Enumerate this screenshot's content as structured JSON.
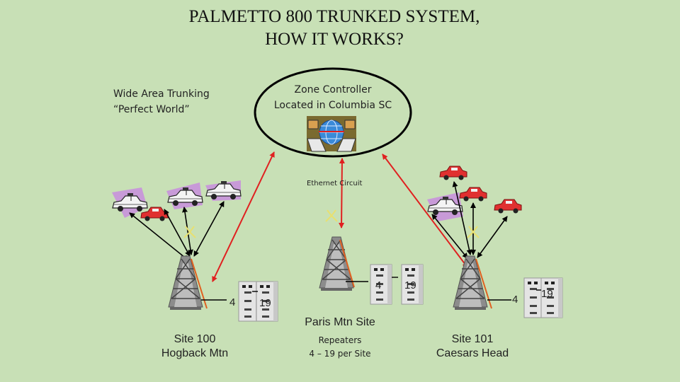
{
  "title": {
    "line1": "PALMETTO 800 TRUNKED SYSTEM,",
    "line2": "HOW IT WORKS?"
  },
  "wide_area": {
    "line1": "Wide Area Trunking",
    "line2": "“Perfect World”"
  },
  "zone_controller": {
    "line1": "Zone Controller",
    "line2": "Located in Columbia SC"
  },
  "ethernet_label": "Ethernet Circuit",
  "sites": [
    {
      "name_line1": "Site 100",
      "name_line2": "Hogback Mtn",
      "ch_low": "4",
      "ch_high": "19"
    },
    {
      "name_line1": "Paris Mtn Site",
      "ch_low": "4",
      "ch_high": "19"
    },
    {
      "name_line1": "Site 101",
      "name_line2": "Caesars Head",
      "ch_low": "4",
      "ch_high": "19"
    }
  ],
  "repeaters": {
    "line1": "Repeaters",
    "line2": "4 – 19 per Site"
  },
  "colors": {
    "background": "#c8e0b6",
    "red_link": "#e02020",
    "purple_coverage": "#c89ad8",
    "red_car": "#e03030"
  }
}
